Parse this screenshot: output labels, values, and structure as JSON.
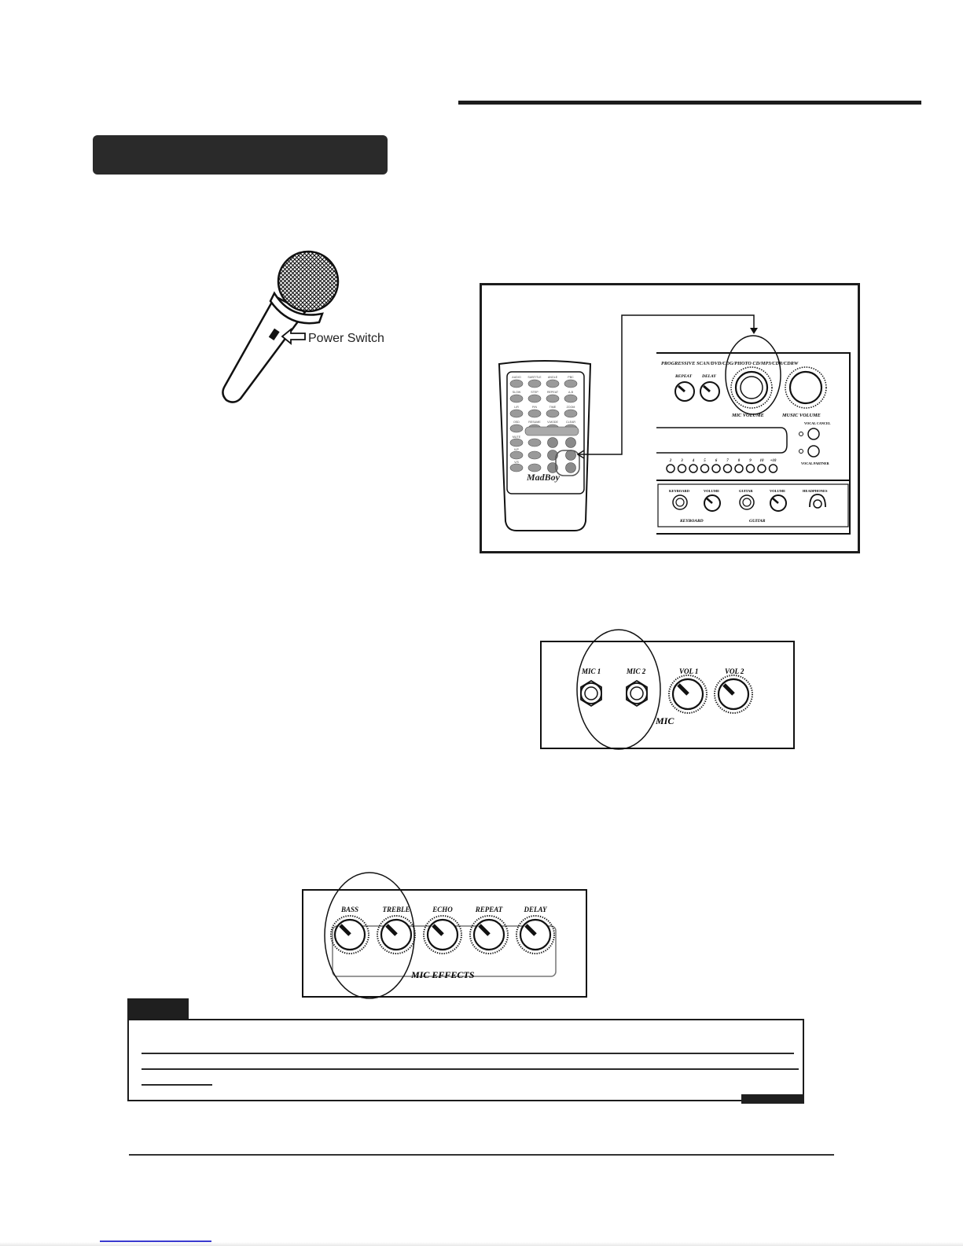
{
  "microphone": {
    "power_switch_label": "Power Switch"
  },
  "remote_panel": {
    "remote": {
      "brand": "MadBoy",
      "buttons": [
        [
          "AUDIO",
          "SUBTITLE",
          "ANGLE",
          "PBC"
        ],
        [
          "SLOW",
          "STEP",
          "REPEAT",
          "A-B"
        ],
        [
          "L/R",
          "P/N",
          "TIME",
          "ZOOM"
        ],
        [
          "OSD",
          "RESUME",
          "V.MODE",
          "CLEAR"
        ]
      ],
      "side_labels": [
        "MUTE",
        "K/P",
        "V/S"
      ]
    },
    "front_panel": {
      "header": "PROGRESSIVE SCAN/DVD/CDG/PHOTO CD/MP3/CDR/CDRW",
      "knobs": [
        "REPEAT",
        "DELAY"
      ],
      "mic_volume": "MIC VOLUME",
      "music_volume": "MUSIC VOLUME",
      "vocal_cancel": "VOCAL CANCEL",
      "vocal_partner": "VOCAL PARTNER",
      "track_numbers": [
        "2",
        "3",
        "4",
        "5",
        "6",
        "7",
        "8",
        "9",
        "10",
        "+10"
      ],
      "keyboard_labels": [
        "KEYBOARD",
        "VOLUME"
      ],
      "keyboard_group": "KEYBOARD",
      "guitar_labels": [
        "GUITAR",
        "VOLUME"
      ],
      "guitar_group": "GUITAR",
      "headphones": "HEADPHONES"
    }
  },
  "mic_panel": {
    "jack_labels": [
      "MIC 1",
      "MIC 2"
    ],
    "knob_labels": [
      "VOL 1",
      "VOL 2"
    ],
    "group_label": "MIC"
  },
  "effects_panel": {
    "knob_labels": [
      "BASS",
      "TREBLE",
      "ECHO",
      "REPEAT",
      "DELAY"
    ],
    "group_label": "MIC EFFECTS"
  }
}
